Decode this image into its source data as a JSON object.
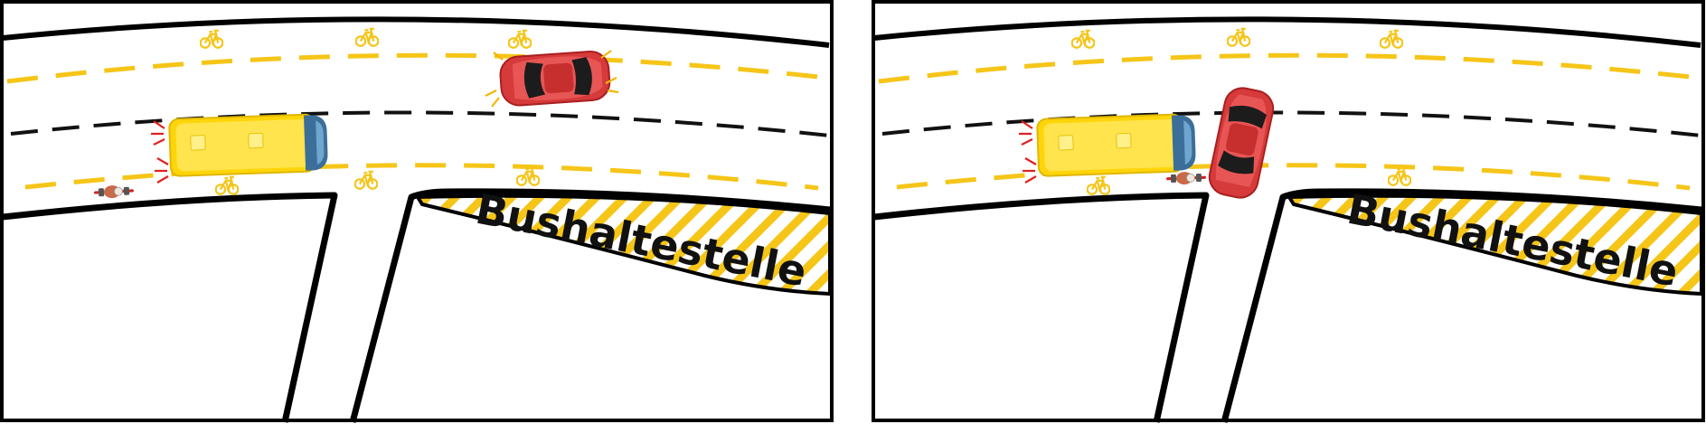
{
  "panels": [
    {
      "id": "before",
      "bus_stop_label": "Bushaltestelle",
      "car_state": "driving-in-lane-signaling",
      "cyclist_state": "riding-in-bike-lane-behind-bus"
    },
    {
      "id": "after",
      "bus_stop_label": "Bushaltestelle",
      "car_state": "turning-across-bike-lane",
      "cyclist_state": "blocked-by-turning-car"
    }
  ],
  "icons": {
    "bike_lane_marking": "bicycle-icon",
    "turn_signal": "turn-signal-blink-icon"
  },
  "colors": {
    "road_edge": "#000000",
    "lane_divider": "#111111",
    "bike_lane_line": "#f5c518",
    "bus_body": "#ffd50a",
    "bus_cab": "#3b6f9a",
    "car_body": "#d63a3a",
    "signal_red": "#e02020",
    "signal_amber": "#f2b705",
    "hatch_yellow": "#f5c518"
  }
}
